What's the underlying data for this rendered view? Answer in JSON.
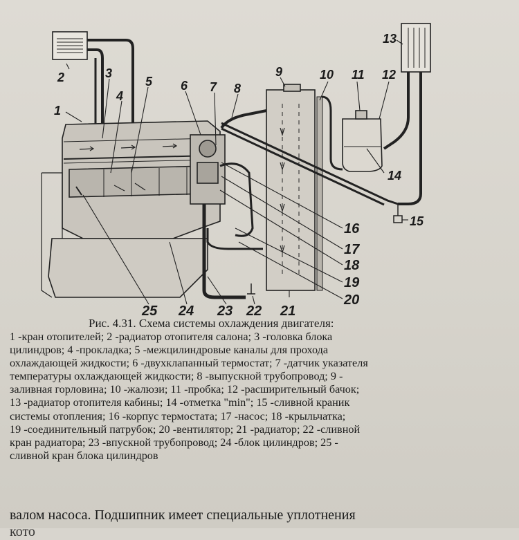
{
  "figure": {
    "callouts": [
      "1",
      "2",
      "3",
      "4",
      "5",
      "6",
      "7",
      "8",
      "9",
      "10",
      "11",
      "12",
      "13",
      "14",
      "15",
      "16",
      "17",
      "18",
      "19",
      "20",
      "21",
      "22",
      "23",
      "24",
      "25"
    ]
  },
  "caption": {
    "title": "Рис. 4.31. Схема системы охлаждения двигателя:",
    "legend_lines": [
      "1 -кран отопителей; 2 -радиатор отопителя салона; 3 -головка блока",
      "цилиндров; 4 -прокладка; 5 -межцилиндровые каналы для прохода",
      "охлаждающей жидкости; 6 -двухклапанный термостат; 7 -датчик указателя",
      "температуры охлаждающей жидкости; 8 -выпускной трубопровод; 9 -",
      "заливная горловина; 10 -жалюзи; 11 -пробка; 12 -расширительный бачок;",
      "13 -радиатор отопителя кабины; 14 -отметка \"min\"; 15 -сливной краник",
      "системы отопления; 16 -корпус термостата; 17 -насос; 18 -крыльчатка;",
      "19 -соединительный патрубок; 20 -вентилятор; 21 -радиатор; 22 -сливной",
      "кран радиатора; 23 -впускной трубопровод; 24 -блок цилиндров; 25 -",
      "сливной кран блока цилиндров"
    ]
  },
  "body_text": {
    "line1": "валом насоса. Подшипник имеет специальные уплотнения",
    "line2": "кото"
  }
}
